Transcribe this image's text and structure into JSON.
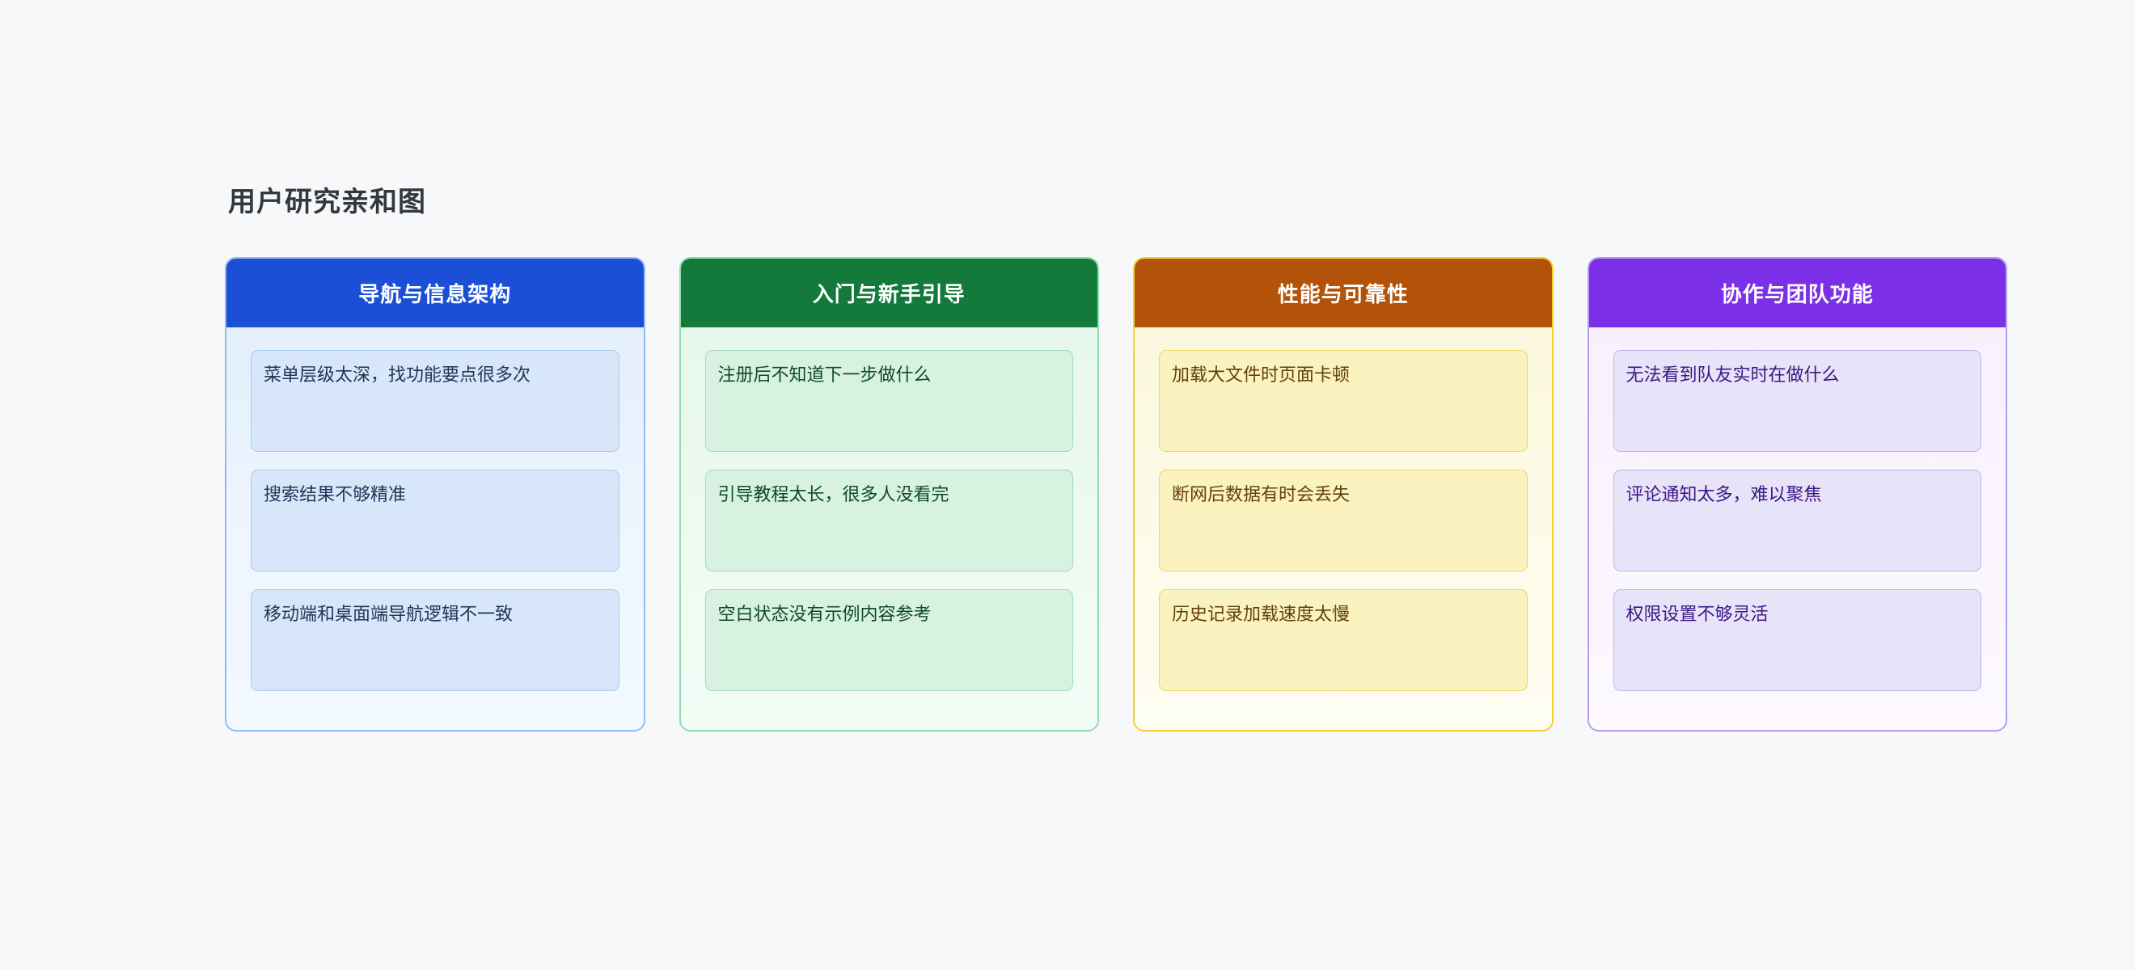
{
  "board": {
    "title": "用户研究亲和图",
    "title_color": "#33383d",
    "background_color": "#f7f8fa",
    "columns": [
      {
        "header": "导航与信息架构",
        "accent_color": "#1a4fd6",
        "border_color": "#8fbdf4",
        "note_bg_color": "#d7e7f9",
        "note_text_color": "#1d3557",
        "notes": [
          "菜单层级太深，找功能要点很多次",
          "搜索结果不够精准",
          "移动端和桌面端导航逻辑不一致"
        ]
      },
      {
        "header": "入门与新手引导",
        "accent_color": "#137a3c",
        "border_color": "#8fdcac",
        "note_bg_color": "#d8f2e1",
        "note_text_color": "#10492a",
        "notes": [
          "注册后不知道下一步做什么",
          "引导教程太长，很多人没看完",
          "空白状态没有示例内容参考"
        ]
      },
      {
        "header": "性能与可靠性",
        "accent_color": "#b35309",
        "border_color": "#f5d22e",
        "note_bg_color": "#fbf3bf",
        "note_text_color": "#63400b",
        "notes": [
          "加载大文件时页面卡顿",
          "断网后数据有时会丢失",
          "历史记录加载速度太慢"
        ]
      },
      {
        "header": "协作与团队功能",
        "accent_color": "#7c2fe8",
        "border_color": "#b79bf0",
        "note_bg_color": "#e7e3f8",
        "note_text_color": "#3c1785",
        "notes": [
          "无法看到队友实时在做什么",
          "评论通知太多，难以聚焦",
          "权限设置不够灵活"
        ]
      }
    ]
  }
}
